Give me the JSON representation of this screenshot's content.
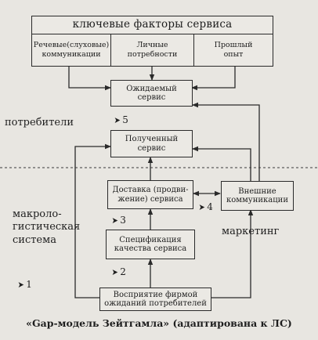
{
  "diagram": {
    "header": {
      "title": "ключевые факторы сервиса",
      "factors": [
        "Речевые(слуховые) коммуникации",
        "Личные потребности",
        "Прошлый опыт"
      ]
    },
    "nodes": {
      "expected": "Ожидаемый\nсервис",
      "received": "Полученный\nсервис",
      "delivery": "Доставка (продви-\nжение) сервиса",
      "external": "Внешние\nкоммуникации",
      "spec": "Спецификация\nкачества сервиса",
      "perception": "Восприятие фирмой\nожиданий потребителей"
    },
    "labels": {
      "consumers": "потребители",
      "macrosystem": "макроло-\nгистическая\nсистема",
      "marketing": "маркетинг"
    },
    "gaps": [
      "1",
      "2",
      "3",
      "4",
      "5"
    ],
    "caption": "«Gap-модель Зейтгамла» (адаптирована к ЛС)"
  }
}
